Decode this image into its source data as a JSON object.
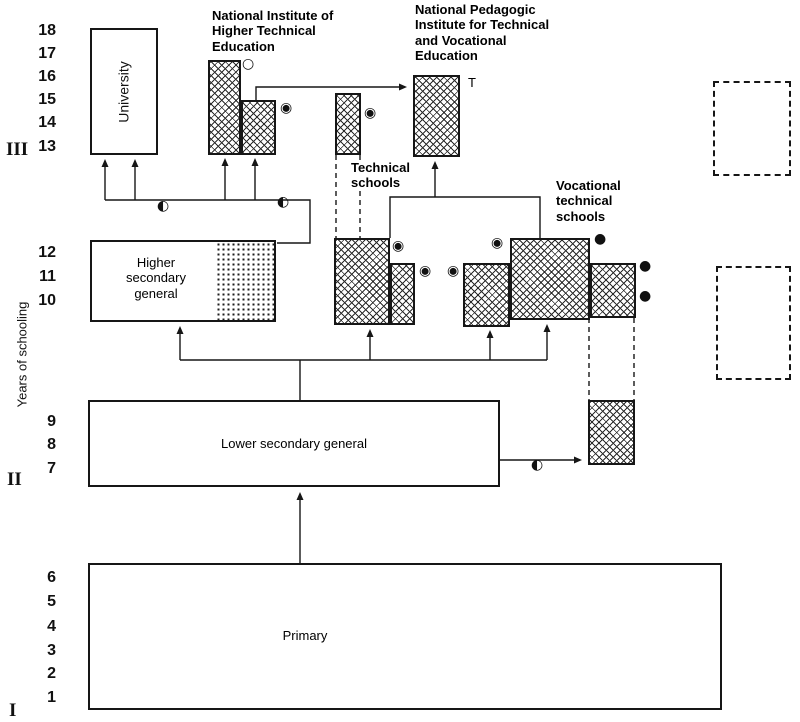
{
  "diagram": {
    "axis_label": "Years of schooling",
    "levels": {
      "iii": "III",
      "ii": "II",
      "i": "I"
    },
    "years": [
      "18",
      "17",
      "16",
      "15",
      "14",
      "13",
      "12",
      "11",
      "10",
      "9",
      "8",
      "7",
      "6",
      "5",
      "4",
      "3",
      "2",
      "1"
    ],
    "nodes": {
      "university": "University",
      "higher_technical_institute": "National Institute of Higher Technical Education",
      "pedagogic_institute": "National Pedagogic Institute for Technical and Vocational Education",
      "technical_schools": "Technical schools",
      "vocational_technical_schools": "Vocational technical schools",
      "higher_secondary_general": "Higher secondary general",
      "lower_secondary_general": "Lower secondary general",
      "primary": "Primary",
      "t_mark": "T"
    },
    "symbols": {
      "open_circle": "○",
      "fisheye": "◉",
      "filled_circle": "●",
      "half_circle": "◐"
    },
    "colors": {
      "ink": "#111111",
      "background": "#ffffff"
    }
  }
}
